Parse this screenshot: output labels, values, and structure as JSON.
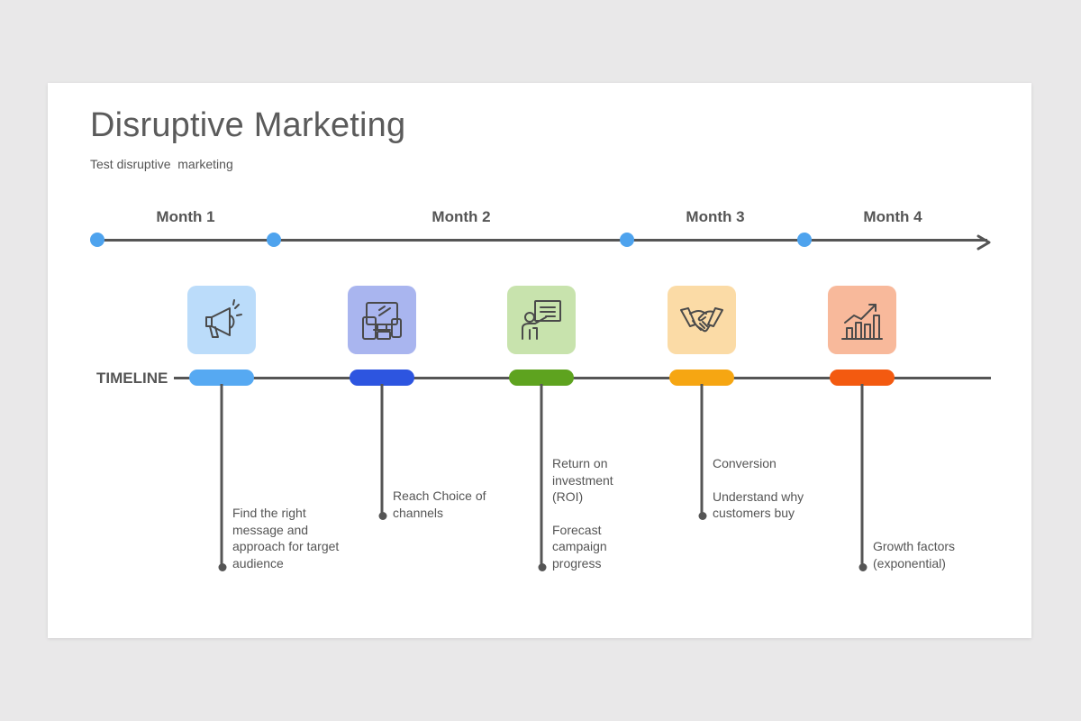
{
  "slide": {
    "title": "Disruptive Marketing",
    "subtitle": "Test disruptive  marketing"
  },
  "months": [
    "Month 1",
    "Month 2",
    "Month 3",
    "Month 4"
  ],
  "timeline": {
    "label": "TIMELINE",
    "steps": [
      {
        "icon": "megaphone-icon",
        "box_color": "#bbdcfa",
        "pill_color": "#56a9f2",
        "text": [
          "Find the right message and approach for target audience"
        ]
      },
      {
        "icon": "devices-icon",
        "box_color": "#a9b5ef",
        "pill_color": "#2d55e0",
        "text": [
          "Reach Choice of channels"
        ]
      },
      {
        "icon": "presentation-icon",
        "box_color": "#c8e3ad",
        "pill_color": "#5ea31f",
        "text": [
          "Return on investment (ROI)",
          "Forecast campaign progress"
        ]
      },
      {
        "icon": "handshake-icon",
        "box_color": "#fbdba6",
        "pill_color": "#f6a612",
        "text": [
          "Conversion",
          "Understand  why customers buy"
        ]
      },
      {
        "icon": "growth-chart-icon",
        "box_color": "#f8b99b",
        "pill_color": "#f35a10",
        "text": [
          "Growth factors (exponential)"
        ]
      }
    ]
  },
  "colors": {
    "milestone_dot": "#4ea3ee",
    "line": "#555555"
  }
}
